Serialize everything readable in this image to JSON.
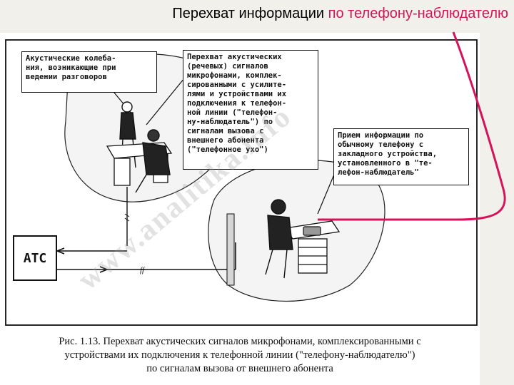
{
  "title": {
    "part1": "Перехват информации ",
    "part2": "по телефону-наблюдателю"
  },
  "colors": {
    "accent": "#d4145a",
    "background": "#f2f0ea"
  },
  "callouts": {
    "acoustic": "Акустические колеба-\nния, возникающие при\nведении разговоров",
    "interception": "Перехват акустических\n(речевых) сигналов\nмикрофонами, комплек-\nсированными с усилите-\nлями и устройствами их\nподключения к телефон-\nной линии (\"телефон-\nну-наблюдатель\") по\nсигналам вызова с\nвнешнего абонента\n(\"телефонное ухо\")",
    "reception": "Прием информации по\nобычному телефону с\nзакладного устройства,\nустановленного в \"те-\nлефон-наблюдатель\""
  },
  "exchange_label": "АТС",
  "caption": {
    "line1": "Рис. 1.13. Перехват акустических сигналов микрофонами, комплексированными с",
    "line2": "устройствами их подключения к телефонной линии (\"телефону-наблюдателю\")",
    "line3": "по сигналам вызова от внешнего абонента"
  },
  "watermark": "www.analitika.info"
}
